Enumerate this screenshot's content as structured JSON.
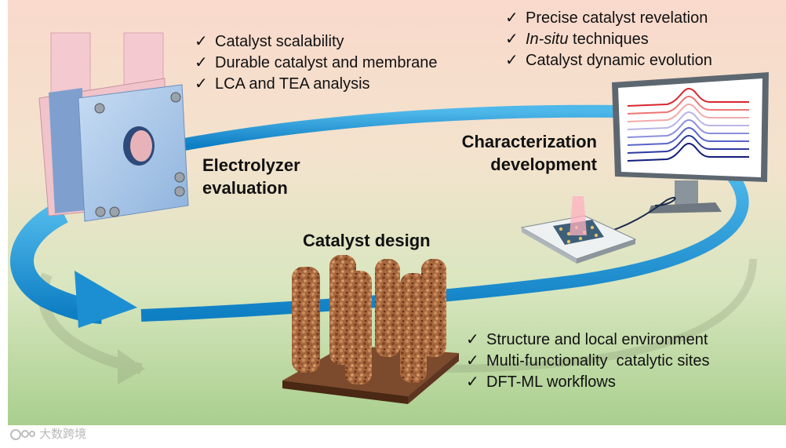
{
  "sections": {
    "electrolyzer": {
      "title": "Electrolyzer\nevaluation",
      "bullets": [
        "Catalyst scalability",
        "Durable catalyst and membrane",
        "LCA and TEA analysis"
      ]
    },
    "characterization": {
      "title": "Characterization\ndevelopment",
      "bullets_top": [
        "Precise catalyst revelation"
      ],
      "insitu_italic": "In-situ",
      "insitu_rest": " techniques",
      "bullets_bottom": [
        "Catalyst dynamic evolution"
      ]
    },
    "catalyst": {
      "title": "Catalyst design",
      "bullets": [
        "Structure and local environment",
        "Multi-functionality  catalytic sites",
        "DFT-ML workflows"
      ]
    }
  },
  "check_glyph": "✓",
  "watermark": "大数跨境",
  "colors": {
    "ring": "#1c93d6",
    "ring_dark": "#0b6eaa",
    "background_top": "#f9d9cc",
    "background_bottom": "#a9cf8e"
  }
}
